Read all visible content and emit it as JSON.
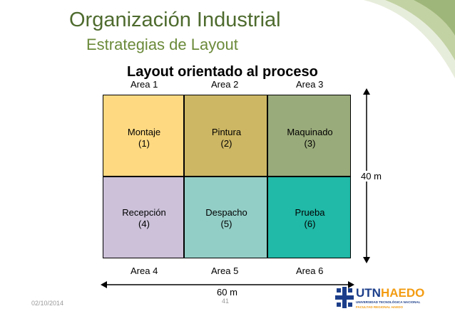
{
  "slide": {
    "title": "Organización Industrial",
    "subtitle": "Estrategias de Layout",
    "heading": "Layout orientado al proceso",
    "date": "02/10/2014",
    "page_number": "41"
  },
  "areas_top": [
    "Area 1",
    "Area 2",
    "Area 3"
  ],
  "areas_bottom": [
    "Area 4",
    "Area 5",
    "Area 6"
  ],
  "cells": [
    {
      "name": "Montaje",
      "number": "(1)",
      "color": "#fed981"
    },
    {
      "name": "Pintura",
      "number": "(2)",
      "color": "#cdb764"
    },
    {
      "name": "Maquinado",
      "number": "(3)",
      "color": "#9aab7b"
    },
    {
      "name": "Recepción",
      "number": "(4)",
      "color": "#ccc1d9"
    },
    {
      "name": "Despacho",
      "number": "(5)",
      "color": "#93cec6"
    },
    {
      "name": "Prueba",
      "number": "(6)",
      "color": "#21b9a7"
    }
  ],
  "dimensions": {
    "height": "40 m",
    "width": "60 m"
  },
  "logo": {
    "main_utn": "UTN",
    "main_haedo": "HAEDO",
    "line1": "UNIVERSIDAD TECNOLÓGICA NACIONAL",
    "line2": "FACULTAD REGIONAL HAEDO"
  },
  "colors": {
    "title": "#4e6b2e",
    "subtitle": "#6b8a3a",
    "corner": "#c3d2a3",
    "logo_blue": "#1c3e8a",
    "logo_orange": "#f39c12"
  }
}
